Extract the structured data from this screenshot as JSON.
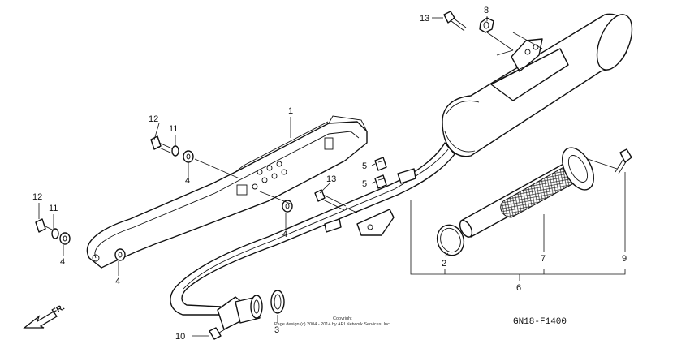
{
  "callouts": {
    "c1": "1",
    "c2": "2",
    "c3": "3",
    "c4a": "4",
    "c4b": "4",
    "c4c": "4",
    "c4d": "4",
    "c5a": "5",
    "c5b": "5",
    "c6": "6",
    "c7": "7",
    "c8": "8",
    "c9": "9",
    "c10": "10",
    "c11a": "11",
    "c11b": "11",
    "c12a": "12",
    "c12b": "12",
    "c13a": "13",
    "c13b": "13"
  },
  "diagram_code": "GN18-F1400",
  "copyright": {
    "line1": "Copyright",
    "line2": "Page design (c) 2004 - 2014 by ARI Network Services, Inc."
  },
  "direction": {
    "label": "FR."
  },
  "icons": {
    "direction": "front-direction-arrow-icon"
  }
}
